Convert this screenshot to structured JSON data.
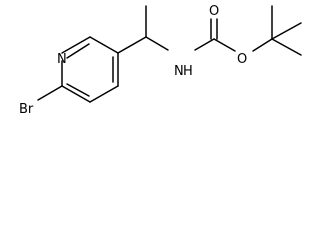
{
  "structure": {
    "atoms": {
      "n_ring": "N",
      "br": "Br",
      "nh": "N",
      "h": "H",
      "o_carbonyl": "O",
      "o_ester": "O"
    }
  },
  "colors": {
    "bond": "#000000",
    "label": "#000000",
    "background": "#ffffff"
  }
}
